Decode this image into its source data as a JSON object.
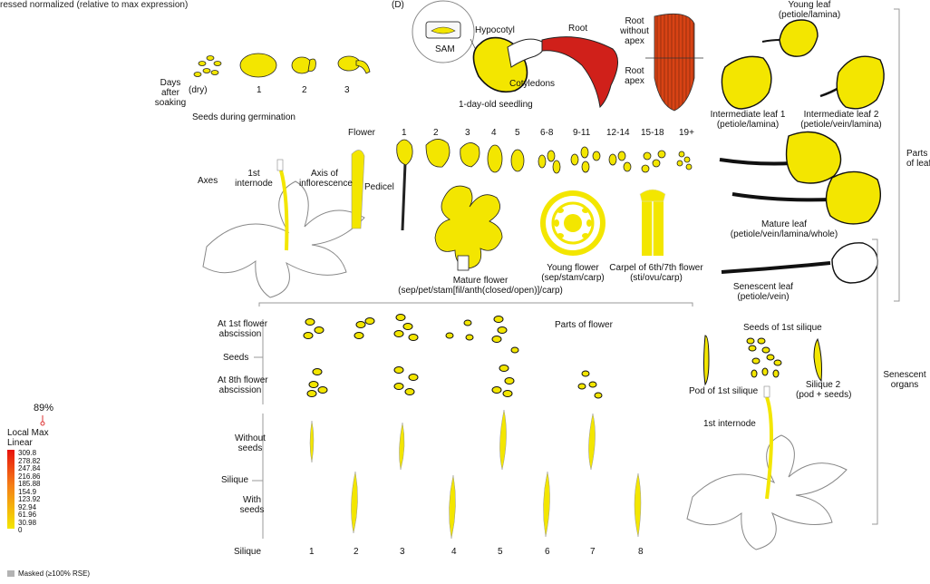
{
  "title_fragment": "ressed normalized (relative to max expression)",
  "title_tail": "(D)",
  "germination": {
    "days_label": [
      "Days",
      "after",
      "soaking"
    ],
    "stages": [
      "(dry)",
      "1",
      "2",
      "3"
    ],
    "caption": "Seeds during germination"
  },
  "seedling": {
    "sam": "SAM",
    "hypocotyl": "Hypocotyl",
    "root": "Root",
    "cotyledons": "Cotyledons",
    "caption": "1-day-old seedling",
    "root_without_apex": [
      "Root",
      "without",
      "apex"
    ],
    "root_apex": [
      "Root",
      "apex"
    ]
  },
  "leaves": {
    "young": [
      "Young leaf",
      "(petiole/lamina)"
    ],
    "intermediate1": [
      "Intermediate leaf 1",
      "(petiole/lamina)"
    ],
    "intermediate2": [
      "Intermediate leaf 2",
      "(petiole/vein/lamina)"
    ],
    "mature": [
      "Mature leaf",
      "(petiole/vein/lamina/whole)"
    ],
    "senescent": [
      "Senescent leaf",
      "(petiole/vein)"
    ],
    "group": [
      "Parts",
      "of leaf"
    ]
  },
  "flowers": {
    "flower_label": "Flower",
    "stages": [
      "1",
      "2",
      "3",
      "4",
      "5",
      "6-8",
      "9-11",
      "12-14",
      "15-18",
      "19+"
    ],
    "axes": "Axes",
    "first_internode": [
      "1st",
      "internode"
    ],
    "axis_inflorescence": [
      "Axis of",
      "inflorescence"
    ],
    "pedicel": "Pedicel",
    "mature": [
      "Mature flower",
      "(sep/pet/stam[fil/anth(closed/open)]/carp)"
    ],
    "young": [
      "Young flower",
      "(sep/stam/carp)"
    ],
    "carpel": [
      "Carpel of 6th/7th flower",
      "(sti/ovu/carp)"
    ],
    "parts": "Parts of flower"
  },
  "seeds": {
    "row1": [
      "At 1st flower",
      "abscission"
    ],
    "seeds": "Seeds",
    "row2": [
      "At 8th flower",
      "abscission"
    ]
  },
  "silique": {
    "without": [
      "Without",
      "seeds"
    ],
    "label": "Silique",
    "with": [
      "With",
      "seeds"
    ],
    "row_label": "Silique",
    "numbers": [
      "1",
      "2",
      "3",
      "4",
      "5",
      "6",
      "7",
      "8"
    ]
  },
  "senescent_organs": {
    "seeds_first": "Seeds of 1st silique",
    "pod": "Pod of 1st silique",
    "silique2": [
      "Silique 2",
      "(pod + seeds)"
    ],
    "internode": "1st internode",
    "group": [
      "Senescent",
      "organs"
    ]
  },
  "legend": {
    "percent": "89%",
    "title": [
      "Local Max",
      "Linear"
    ],
    "ticks": [
      "309.8",
      "278.82",
      "247.84",
      "216.86",
      "185.88",
      "154.9",
      "123.92",
      "92.94",
      "61.96",
      "30.98",
      "0"
    ],
    "masked": "Masked (≥100% RSE)"
  },
  "colors": {
    "high": "#e8120c",
    "mid": "#f57f17",
    "low": "#f0e000",
    "tissue": "#f3e600",
    "masked": "#b3b3b3"
  }
}
